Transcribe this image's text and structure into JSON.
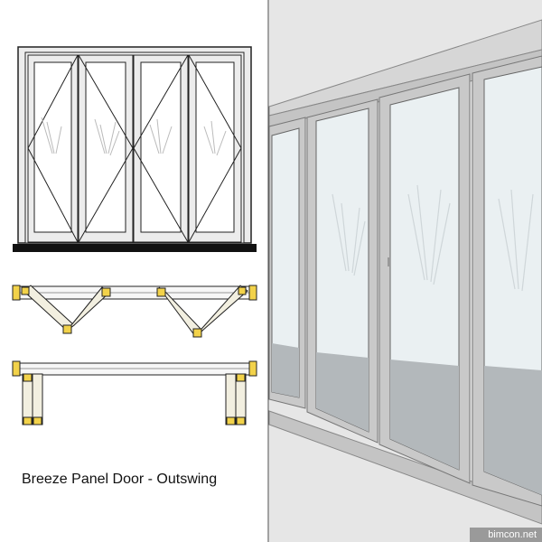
{
  "caption": "Breeze Panel Door - Outswing",
  "credit": "bimcon.net",
  "colors": {
    "frame": "#ececec",
    "line": "#222222",
    "glass": "#ffffff",
    "hinge": "#f2d24a",
    "sill": "#111111",
    "render_bg": "#e4e4e4",
    "render_frame": "#c9c9c9",
    "render_glass": "#e9eef0",
    "render_floor": "#b7bcbf",
    "credit_bar": "#9a9a9a"
  },
  "elevation": {
    "panel_count": 4
  },
  "render": {
    "visible_panels": 4
  }
}
